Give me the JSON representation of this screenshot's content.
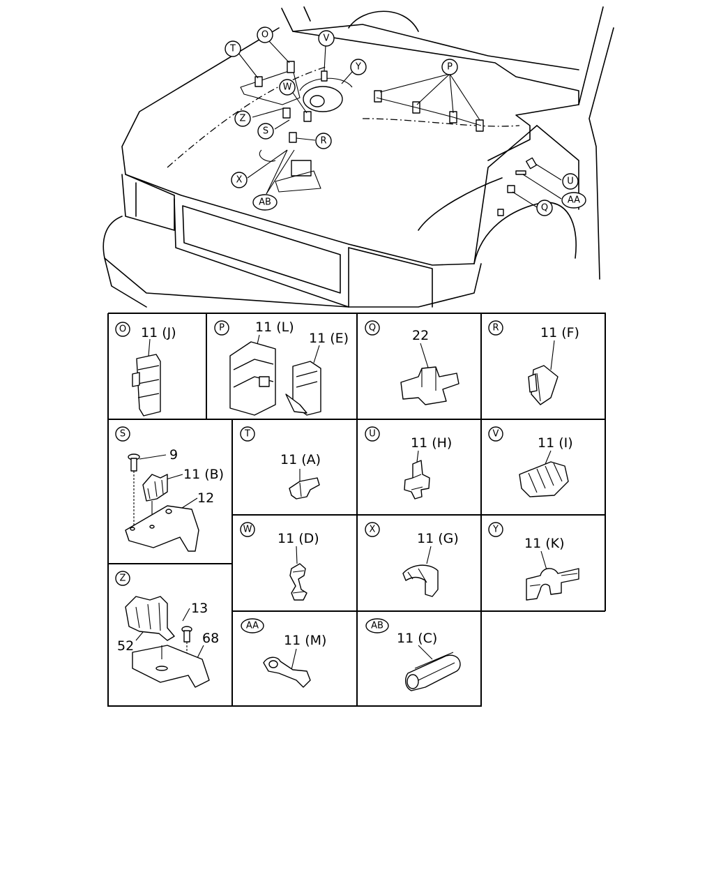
{
  "overview_callouts": [
    "O",
    "T",
    "V",
    "Y",
    "P",
    "W",
    "Z",
    "S",
    "R",
    "X",
    "AB",
    "U",
    "AA",
    "Q"
  ],
  "cells": {
    "O": {
      "tag": "O",
      "labels": [
        "11 (J)"
      ]
    },
    "P": {
      "tag": "P",
      "labels": [
        "11 (L)",
        "11 (E)"
      ]
    },
    "Q": {
      "tag": "Q",
      "labels": [
        "22"
      ]
    },
    "R": {
      "tag": "R",
      "labels": [
        "11 (F)"
      ]
    },
    "S": {
      "tag": "S",
      "labels": [
        "9",
        "11 (B)",
        "12"
      ]
    },
    "T": {
      "tag": "T",
      "labels": [
        "11 (A)"
      ]
    },
    "U": {
      "tag": "U",
      "labels": [
        "11 (H)"
      ]
    },
    "V": {
      "tag": "V",
      "labels": [
        "11 (I)"
      ]
    },
    "W": {
      "tag": "W",
      "labels": [
        "11 (D)"
      ]
    },
    "X": {
      "tag": "X",
      "labels": [
        "11 (G)"
      ]
    },
    "Y": {
      "tag": "Y",
      "labels": [
        "11 (K)"
      ]
    },
    "Z": {
      "tag": "Z",
      "labels": [
        "13",
        "52",
        "68"
      ]
    },
    "AA": {
      "tag": "AA",
      "labels": [
        "11 (M)"
      ]
    },
    "AB": {
      "tag": "AB",
      "labels": [
        "11 (C)"
      ]
    }
  }
}
